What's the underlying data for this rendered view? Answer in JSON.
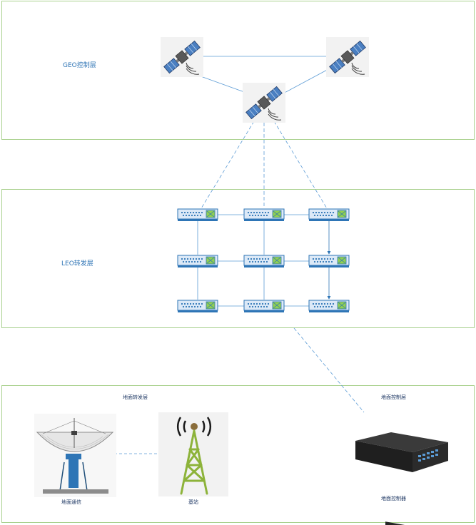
{
  "layers": {
    "geo": {
      "label": "GEO控制层"
    },
    "leo": {
      "label": "LEO转发层"
    },
    "ground_forward": {
      "label": "地面转发层"
    },
    "ground_control": {
      "label": "地面控制层"
    }
  },
  "nodes": {
    "ground_comm": {
      "label": "地面通信"
    },
    "base_station": {
      "label": "基站"
    },
    "ground_controller": {
      "label": "地面控制器"
    }
  },
  "colors": {
    "border": "#a9d18e",
    "link": "#5b9bd5",
    "switch_fill": "#2e75b6",
    "tower": "#8db33a"
  }
}
